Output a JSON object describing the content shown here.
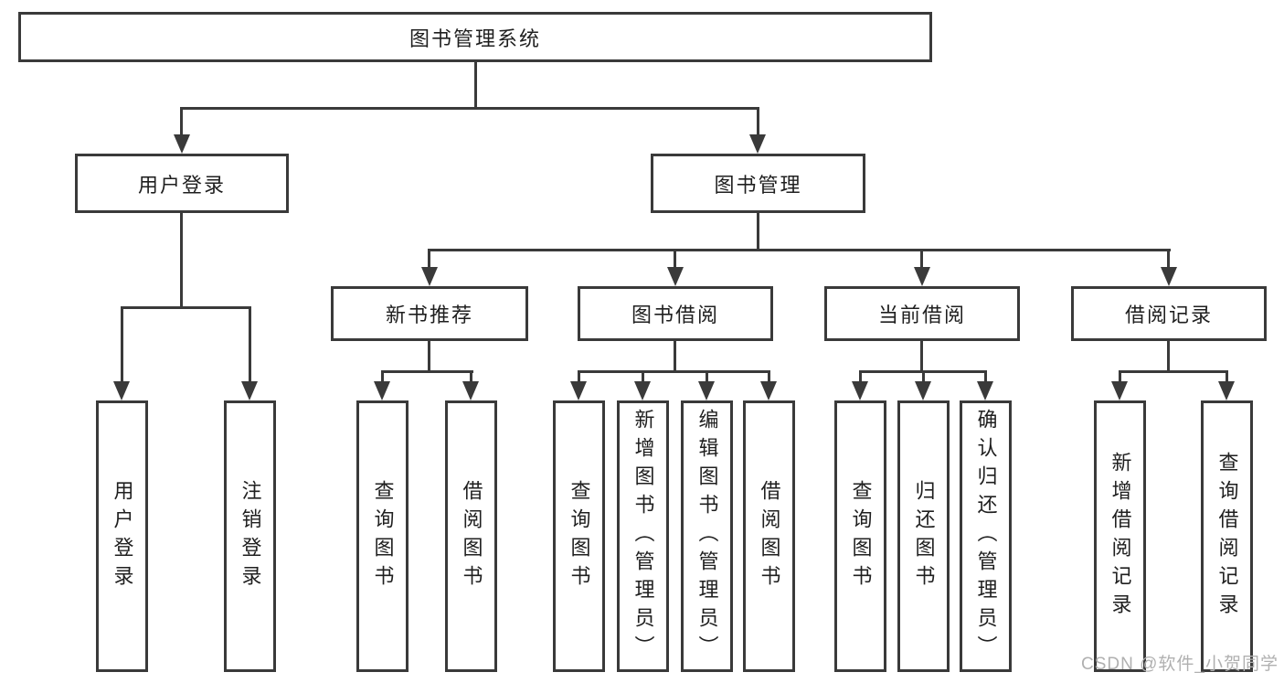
{
  "diagram": {
    "root": {
      "label": "图书管理系统",
      "children": [
        {
          "label": "用户登录",
          "children": [
            {
              "label": "用户登录"
            },
            {
              "label": "注销登录"
            }
          ]
        },
        {
          "label": "图书管理",
          "children": [
            {
              "label": "新书推荐",
              "children": [
                {
                  "label": "查询图书"
                },
                {
                  "label": "借阅图书"
                }
              ]
            },
            {
              "label": "图书借阅",
              "children": [
                {
                  "label": "查询图书"
                },
                {
                  "label": "新增图书（管理员）"
                },
                {
                  "label": "编辑图书（管理员）"
                },
                {
                  "label": "借阅图书"
                }
              ]
            },
            {
              "label": "当前借阅",
              "children": [
                {
                  "label": "查询图书"
                },
                {
                  "label": "归还图书"
                },
                {
                  "label": "确认归还（管理员）"
                }
              ]
            },
            {
              "label": "借阅记录",
              "children": [
                {
                  "label": "新增借阅记录"
                },
                {
                  "label": "查询借阅记录"
                }
              ]
            }
          ]
        }
      ]
    }
  },
  "watermark": {
    "text": "CSDN @软件_小贺同学"
  },
  "colors": {
    "line": "#3a3a3a",
    "text": "#1f1f1f",
    "background": "#ffffff",
    "watermark": "#b0b0b0"
  }
}
